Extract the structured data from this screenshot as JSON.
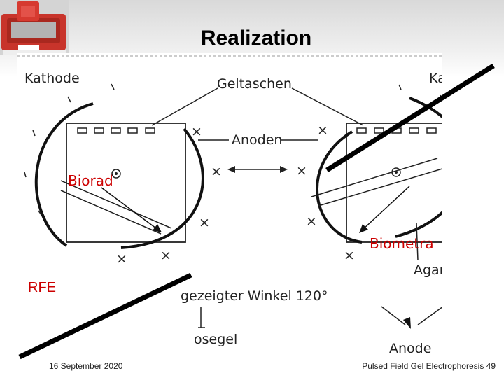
{
  "slide": {
    "title": "Realization",
    "rfe_label": "RFE",
    "footer_date": "16 September 2020",
    "footer_right": "Pulsed Field Gel Electrophoresis 49"
  },
  "diagram": {
    "kathode_left": "Kathode",
    "kathode_right": "Kathode",
    "geltaschen": "Geltaschen",
    "anoden": "Anoden",
    "agarosegel": "Agarosegel",
    "winkel": "gezeigter Winkel 120°",
    "osegel": "osegel",
    "anode": "Anode",
    "biorad": "Biorad",
    "biometra": "Biometra"
  },
  "colors": {
    "accent_red": "#cc0000",
    "line": "#111111"
  }
}
